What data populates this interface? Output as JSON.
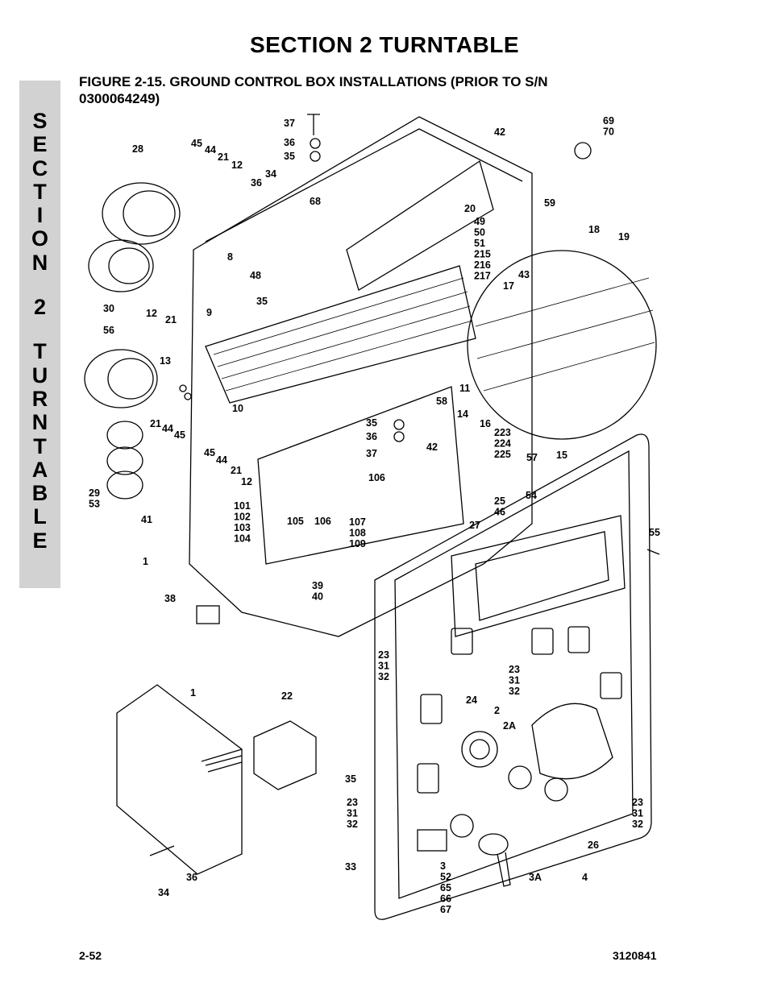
{
  "header": {
    "section_title": "SECTION 2   TURNTABLE"
  },
  "figure": {
    "title": "FIGURE 2-15.  GROUND CONTROL BOX INSTALLATIONS (PRIOR TO S/N 0300064249)"
  },
  "side_tab": {
    "letters": [
      "S",
      "E",
      "C",
      "T",
      "I",
      "O",
      "N",
      "",
      "2",
      "",
      "T",
      "U",
      "R",
      "N",
      "T",
      "A",
      "B",
      "L",
      "E"
    ]
  },
  "callouts": [
    "37",
    "36",
    "35",
    "69\n70",
    "42",
    "28",
    "45",
    "44",
    "21",
    "12",
    "36",
    "34",
    "68",
    "20",
    "49\n50\n51\n215\n216\n217",
    "59",
    "18",
    "19",
    "8",
    "48",
    "30",
    "35",
    "17",
    "43",
    "9",
    "12",
    "21",
    "56",
    "13",
    "11",
    "58",
    "14",
    "16",
    "10",
    "35",
    "36",
    "223\n224\n225",
    "15",
    "21",
    "44",
    "45",
    "45",
    "44",
    "21",
    "12",
    "37",
    "42",
    "57",
    "106",
    "29\n53",
    "101\n102\n103\n104",
    "105",
    "106",
    "107\n108\n109",
    "25\n46",
    "54",
    "27",
    "41",
    "55",
    "1",
    "39\n40",
    "38",
    "23\n31\n32",
    "23\n31\n32",
    "1",
    "22",
    "24",
    "2",
    "2A",
    "35",
    "23\n31\n32",
    "23\n31\n32",
    "26",
    "33",
    "3\n52\n65\n66\n67",
    "3A",
    "4",
    "34",
    "36"
  ],
  "footer": {
    "page_number": "2-52",
    "doc_number": "3120841"
  }
}
